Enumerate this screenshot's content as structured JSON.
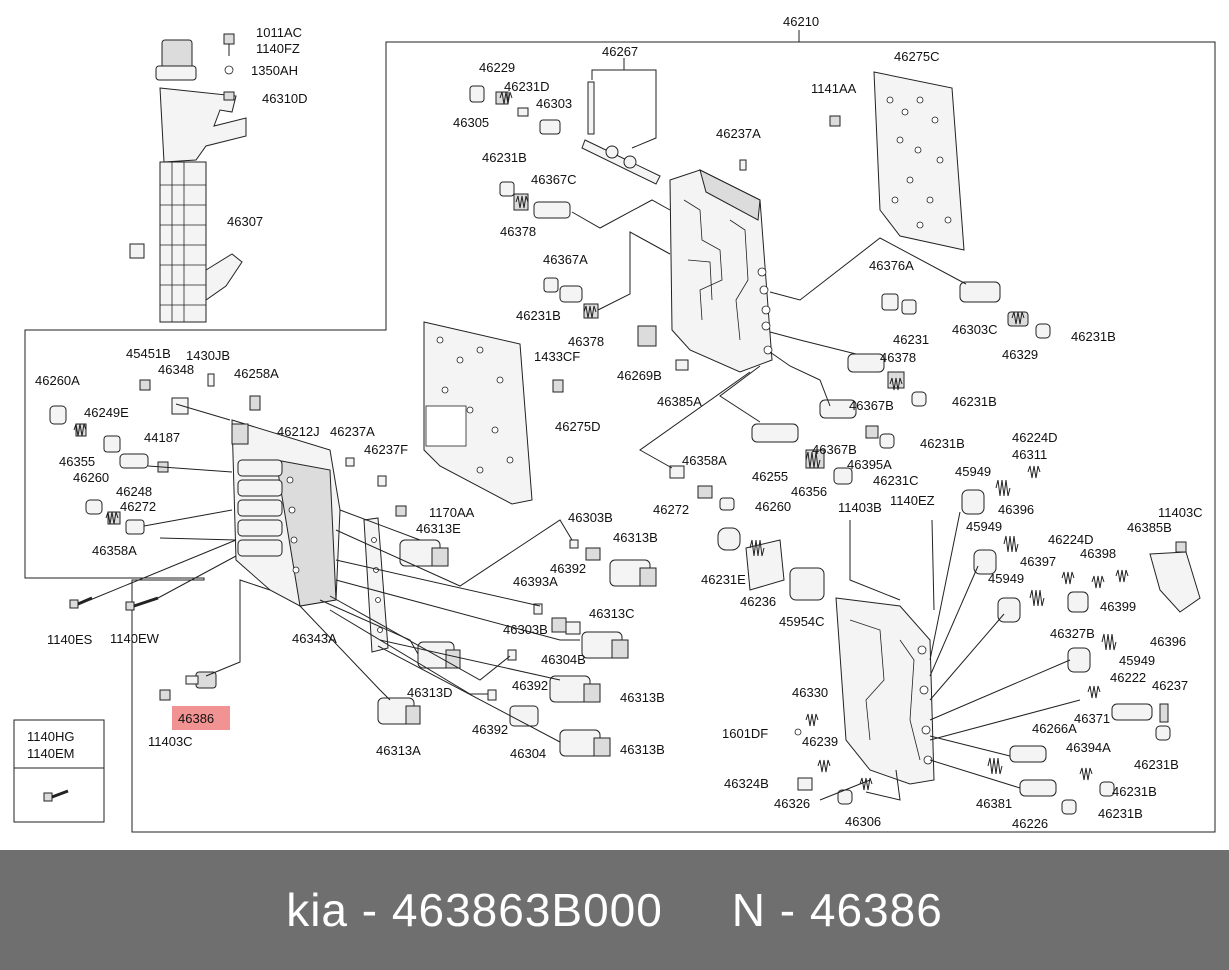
{
  "diagram": {
    "assembly_label": "46210",
    "highlighted_part": "46386",
    "labels": [
      {
        "id": "l-1011ac",
        "text": "1011AC"
      },
      {
        "id": "l-1140fz",
        "text": "1140FZ"
      },
      {
        "id": "l-1350ah",
        "text": "1350AH"
      },
      {
        "id": "l-46310d",
        "text": "46310D"
      },
      {
        "id": "l-46307",
        "text": "46307"
      },
      {
        "id": "l-46267",
        "text": "46267"
      },
      {
        "id": "l-46275c",
        "text": "46275C"
      },
      {
        "id": "l-46229",
        "text": "46229"
      },
      {
        "id": "l-46231d",
        "text": "46231D"
      },
      {
        "id": "l-46303",
        "text": "46303"
      },
      {
        "id": "l-46305",
        "text": "46305"
      },
      {
        "id": "l-1141aa",
        "text": "1141AA"
      },
      {
        "id": "l-46237a-top",
        "text": "46237A"
      },
      {
        "id": "l-46231b-1",
        "text": "46231B"
      },
      {
        "id": "l-46367c",
        "text": "46367C"
      },
      {
        "id": "l-46378-1",
        "text": "46378"
      },
      {
        "id": "l-46367a",
        "text": "46367A"
      },
      {
        "id": "l-46231b-2",
        "text": "46231B"
      },
      {
        "id": "l-46378-2",
        "text": "46378"
      },
      {
        "id": "l-46376a",
        "text": "46376A"
      },
      {
        "id": "l-46231",
        "text": "46231"
      },
      {
        "id": "l-46303c",
        "text": "46303C"
      },
      {
        "id": "l-46329",
        "text": "46329"
      },
      {
        "id": "l-46231b-3",
        "text": "46231B"
      },
      {
        "id": "l-46269b",
        "text": "46269B"
      },
      {
        "id": "l-46385a",
        "text": "46385A"
      },
      {
        "id": "l-46378-3",
        "text": "46378"
      },
      {
        "id": "l-46367b-1",
        "text": "46367B"
      },
      {
        "id": "l-46231b-4",
        "text": "46231B"
      },
      {
        "id": "l-45451b",
        "text": "45451B"
      },
      {
        "id": "l-1430jb",
        "text": "1430JB"
      },
      {
        "id": "l-1433cf",
        "text": "1433CF"
      },
      {
        "id": "l-46260a",
        "text": "46260A"
      },
      {
        "id": "l-46348",
        "text": "46348"
      },
      {
        "id": "l-46258a",
        "text": "46258A"
      },
      {
        "id": "l-46275d",
        "text": "46275D"
      },
      {
        "id": "l-46249e",
        "text": "46249E"
      },
      {
        "id": "l-46212j",
        "text": "46212J"
      },
      {
        "id": "l-46237a-mid",
        "text": "46237A"
      },
      {
        "id": "l-44187",
        "text": "44187"
      },
      {
        "id": "l-46355",
        "text": "46355"
      },
      {
        "id": "l-46237f",
        "text": "46237F"
      },
      {
        "id": "l-46367b-2",
        "text": "46367B"
      },
      {
        "id": "l-46231b-5",
        "text": "46231B"
      },
      {
        "id": "l-46395a",
        "text": "46395A"
      },
      {
        "id": "l-46224d-1",
        "text": "46224D"
      },
      {
        "id": "l-46260",
        "text": "46260"
      },
      {
        "id": "l-46248",
        "text": "46248"
      },
      {
        "id": "l-46272-1",
        "text": "46272"
      },
      {
        "id": "l-46358a-1",
        "text": "46358A"
      },
      {
        "id": "l-46255",
        "text": "46255"
      },
      {
        "id": "l-46356",
        "text": "46356"
      },
      {
        "id": "l-46231c",
        "text": "46231C"
      },
      {
        "id": "l-45949-1",
        "text": "45949"
      },
      {
        "id": "l-46311",
        "text": "46311"
      },
      {
        "id": "l-46358a-2",
        "text": "46358A"
      },
      {
        "id": "l-46272-2",
        "text": "46272"
      },
      {
        "id": "l-46260-2",
        "text": "46260"
      },
      {
        "id": "l-1170aa",
        "text": "1170AA"
      },
      {
        "id": "l-46313e",
        "text": "46313E"
      },
      {
        "id": "l-11403b",
        "text": "11403B"
      },
      {
        "id": "l-1140ez",
        "text": "1140EZ"
      },
      {
        "id": "l-45949-2",
        "text": "45949"
      },
      {
        "id": "l-46396-1",
        "text": "46396"
      },
      {
        "id": "l-11403c-r",
        "text": "11403C"
      },
      {
        "id": "l-46385b",
        "text": "46385B"
      },
      {
        "id": "l-46303b-1",
        "text": "46303B"
      },
      {
        "id": "l-46313b-1",
        "text": "46313B"
      },
      {
        "id": "l-46392-1",
        "text": "46392"
      },
      {
        "id": "l-46224d-2",
        "text": "46224D"
      },
      {
        "id": "l-46231e",
        "text": "46231E"
      },
      {
        "id": "l-46397",
        "text": "46397"
      },
      {
        "id": "l-46398",
        "text": "46398"
      },
      {
        "id": "l-45949-3",
        "text": "45949"
      },
      {
        "id": "l-46393a",
        "text": "46393A"
      },
      {
        "id": "l-46236",
        "text": "46236"
      },
      {
        "id": "l-46399",
        "text": "46399"
      },
      {
        "id": "l-1140es",
        "text": "1140ES"
      },
      {
        "id": "l-1140ew",
        "text": "1140EW"
      },
      {
        "id": "l-46313c",
        "text": "46313C"
      },
      {
        "id": "l-45954c",
        "text": "45954C"
      },
      {
        "id": "l-46327b",
        "text": "46327B"
      },
      {
        "id": "l-46303b-2",
        "text": "46303B"
      },
      {
        "id": "l-46343a",
        "text": "46343A"
      },
      {
        "id": "l-46396-2",
        "text": "46396"
      },
      {
        "id": "l-46304b",
        "text": "46304B"
      },
      {
        "id": "l-45949-4",
        "text": "45949"
      },
      {
        "id": "l-46222",
        "text": "46222"
      },
      {
        "id": "l-46237",
        "text": "46237"
      },
      {
        "id": "l-46313d",
        "text": "46313D"
      },
      {
        "id": "l-46392-2",
        "text": "46392"
      },
      {
        "id": "l-46313b-2",
        "text": "46313B"
      },
      {
        "id": "l-46330",
        "text": "46330"
      },
      {
        "id": "l-46371",
        "text": "46371"
      },
      {
        "id": "l-11403c-l",
        "text": "11403C"
      },
      {
        "id": "l-46392-3",
        "text": "46392"
      },
      {
        "id": "l-46266a",
        "text": "46266A"
      },
      {
        "id": "l-1601df",
        "text": "1601DF"
      },
      {
        "id": "l-46239",
        "text": "46239"
      },
      {
        "id": "l-46313a",
        "text": "46313A"
      },
      {
        "id": "l-46304",
        "text": "46304"
      },
      {
        "id": "l-46313b-3",
        "text": "46313B"
      },
      {
        "id": "l-46394a",
        "text": "46394A"
      },
      {
        "id": "l-46231b-6",
        "text": "46231B"
      },
      {
        "id": "l-46324b",
        "text": "46324B"
      },
      {
        "id": "l-46231b-7",
        "text": "46231B"
      },
      {
        "id": "l-46326",
        "text": "46326"
      },
      {
        "id": "l-46306",
        "text": "46306"
      },
      {
        "id": "l-46381",
        "text": "46381"
      },
      {
        "id": "l-46226",
        "text": "46226"
      },
      {
        "id": "l-46231b-8",
        "text": "46231B"
      }
    ],
    "legend_box": {
      "line1": "1140HG",
      "line2": "1140EM"
    }
  },
  "footer": {
    "brand": "kia",
    "separator": " - ",
    "part_number": "463863B000",
    "spacer": "     ",
    "ref_prefix": "N",
    "ref_number": "46386",
    "background": "#6f6f6f",
    "text_color": "#ffffff"
  },
  "colors": {
    "highlight": "#f08080"
  }
}
